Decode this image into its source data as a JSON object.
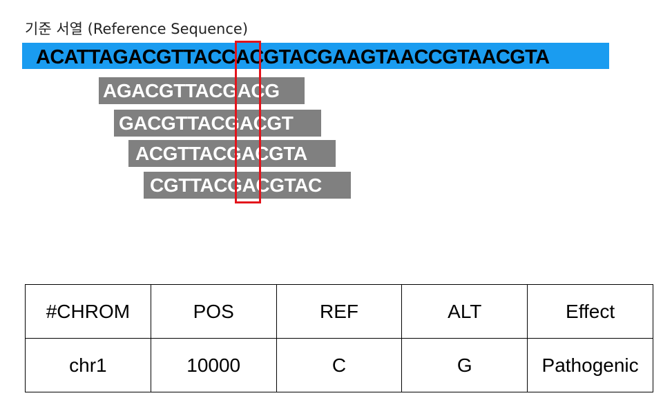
{
  "reference": {
    "label": "기준 서열 (Reference Sequence)",
    "sequence": "ACATTAGACGTTACCACGTACGAAGTAACCGTAACGTA",
    "bar_color": "#1a9cf0"
  },
  "reads": [
    {
      "sequence": "AGACGTTACGACG"
    },
    {
      "sequence": "GACGTTACGACGT"
    },
    {
      "sequence": "ACGTTACGACGTA"
    },
    {
      "sequence": "CGTTACGACGTAC"
    }
  ],
  "read_color": "#808080",
  "highlight_color": "#e3141c",
  "variant_table": {
    "headers": [
      "#CHROM",
      "POS",
      "REF",
      "ALT",
      "Effect"
    ],
    "rows": [
      [
        "chr1",
        "10000",
        "C",
        "G",
        "Pathogenic"
      ]
    ]
  }
}
